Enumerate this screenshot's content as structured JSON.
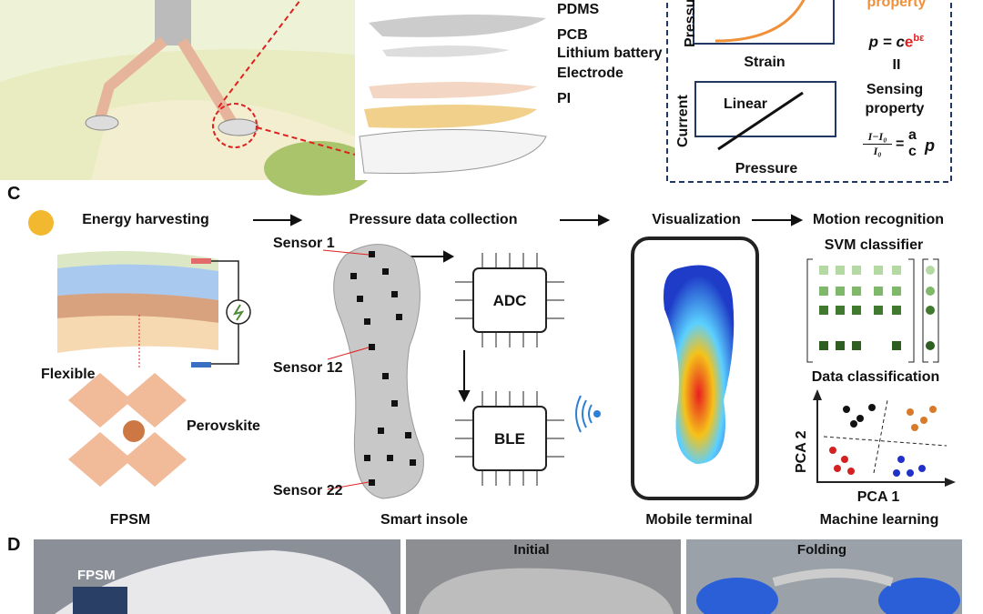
{
  "panel_b": {
    "layers": [
      "PDMS",
      "PCB",
      "Lithium battery",
      "Electrode",
      "PI"
    ]
  },
  "panel_mech": {
    "strain_label": "Strain",
    "pressure_axis": "Pressure",
    "current_axis": "Current",
    "pressure_label": "Pressure",
    "linear": "Linear",
    "property_top": "property",
    "eq1_left": "p = c",
    "eq1_exp": "e",
    "eq1_sup": "bε",
    "equiv": "II",
    "sensing": "Sensing",
    "property": "property",
    "eq2_num": "I−I₀",
    "eq2_den": "I₀",
    "eq2_rhs_num": "a",
    "eq2_rhs_den": "c",
    "eq2_p": "p"
  },
  "panel_c": {
    "label": "C",
    "steps": [
      "Energy harvesting",
      "Pressure data collection",
      "Visualization",
      "Motion recognition"
    ],
    "captions": [
      "FPSM",
      "Smart insole",
      "Mobile terminal",
      "Machine learning"
    ],
    "flexible": "Flexible",
    "perovskite": "Perovskite",
    "sensors": [
      "Sensor 1",
      "Sensor 12",
      "Sensor 22"
    ],
    "chips": [
      "ADC",
      "BLE"
    ],
    "svm": "SVM classifier",
    "data_classification": "Data classification",
    "pca1": "PCA 1",
    "pca2": "PCA 2"
  },
  "panel_d": {
    "label": "D",
    "photos": [
      "FPSM",
      "Initial",
      "Folding"
    ]
  },
  "colors": {
    "orange": "#f0913a",
    "red": "#e02020",
    "navy": "#1f3864",
    "green": "#4e8a3a"
  }
}
